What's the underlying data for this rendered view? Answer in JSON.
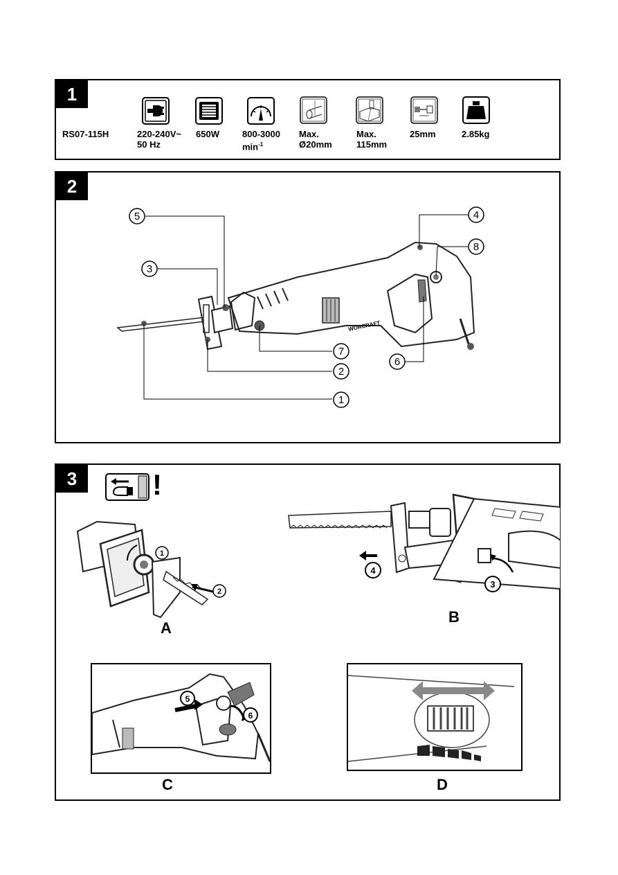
{
  "panel1": {
    "number": "1",
    "model": "RS07-115H",
    "specs": [
      {
        "icon": "plug-icon",
        "line1": "220-240V~",
        "line2": "50 Hz"
      },
      {
        "icon": "motor-icon",
        "line1": "650W",
        "line2": ""
      },
      {
        "icon": "speedometer-icon",
        "line1": "800-3000",
        "line2": "min"
      },
      {
        "icon": "pipe-cut-icon",
        "line1": "Max.",
        "line2": "Ø20mm"
      },
      {
        "icon": "wood-cut-icon",
        "line1": "Max.",
        "line2": "115mm"
      },
      {
        "icon": "stroke-length-icon",
        "line1": "25mm",
        "line2": ""
      },
      {
        "icon": "weight-icon",
        "line1": "2.85kg",
        "line2": ""
      }
    ],
    "min_superscript": "-1"
  },
  "panel2": {
    "number": "2",
    "brand": "WORCRAFT",
    "callouts": [
      "1",
      "2",
      "3",
      "4",
      "5",
      "6",
      "7",
      "8"
    ]
  },
  "panel3": {
    "number": "3",
    "warning_mark": "!",
    "figures": {
      "A": {
        "label": "A",
        "steps": [
          "1",
          "2"
        ]
      },
      "B": {
        "label": "B",
        "steps": [
          "3",
          "4"
        ]
      },
      "C": {
        "label": "C",
        "steps": [
          "5",
          "6"
        ]
      },
      "D": {
        "label": "D"
      }
    }
  }
}
